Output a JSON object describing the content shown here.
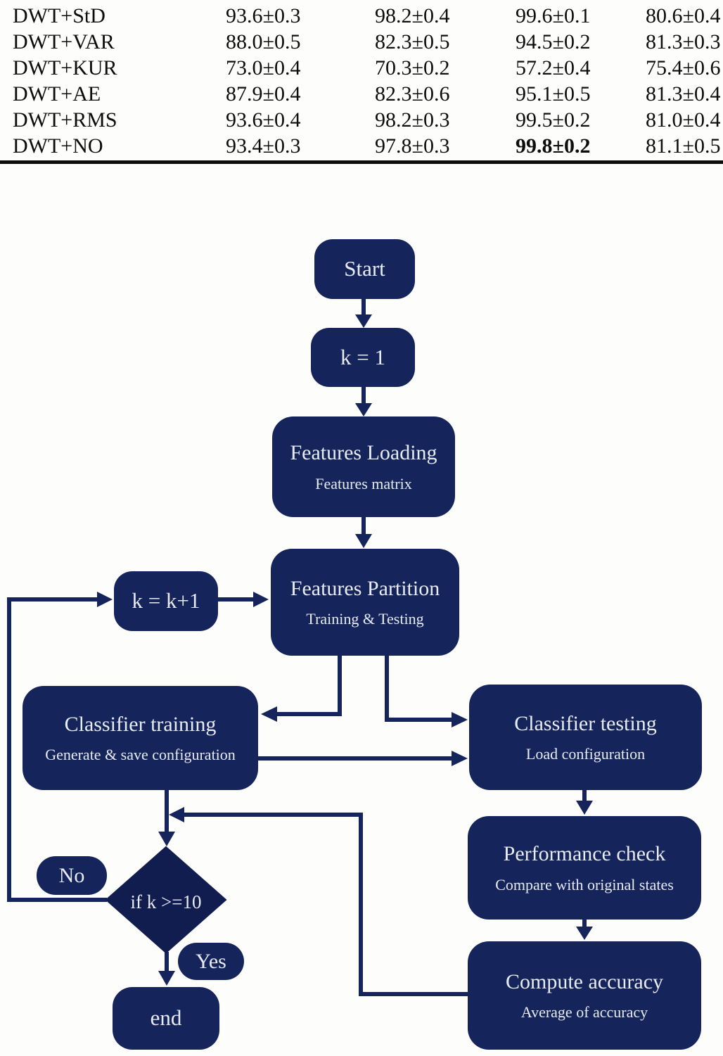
{
  "table": {
    "rows": [
      {
        "label": "DWT+StD",
        "values": [
          "93.6±0.3",
          "98.2±0.4",
          "99.6±0.1",
          "80.6±0.4"
        ]
      },
      {
        "label": "DWT+VAR",
        "values": [
          "88.0±0.5",
          "82.3±0.5",
          "94.5±0.2",
          "81.3±0.3"
        ]
      },
      {
        "label": "DWT+KUR",
        "values": [
          "73.0±0.4",
          "70.3±0.2",
          "57.2±0.4",
          "75.4±0.6"
        ]
      },
      {
        "label": "DWT+AE",
        "values": [
          "87.9±0.4",
          "82.3±0.6",
          "95.1±0.5",
          "81.3±0.4"
        ]
      },
      {
        "label": "DWT+RMS",
        "values": [
          "93.6±0.4",
          "98.2±0.3",
          "99.5±0.2",
          "81.0±0.4"
        ]
      },
      {
        "label": "DWT+NO",
        "values": [
          "93.4±0.3",
          "97.8±0.3",
          "99.8±0.2",
          "81.1±0.5"
        ]
      }
    ],
    "bold_cell_note": "row DWT+NO, third value column is bold"
  },
  "flowchart": {
    "nodes": {
      "start": {
        "label": "Start"
      },
      "k_init": {
        "label": "k = 1"
      },
      "features_loading": {
        "title": "Features Loading",
        "subtitle": "Features matrix"
      },
      "features_partition": {
        "title": "Features Partition",
        "subtitle": "Training & Testing"
      },
      "k_increment": {
        "label": "k = k+1"
      },
      "classifier_training": {
        "title": "Classifier training",
        "subtitle": "Generate & save configuration"
      },
      "classifier_testing": {
        "title": "Classifier testing",
        "subtitle": "Load configuration"
      },
      "performance_check": {
        "title": "Performance check",
        "subtitle": "Compare with original states"
      },
      "compute_accuracy": {
        "title": "Compute accuracy",
        "subtitle": "Average of accuracy"
      },
      "decision": {
        "label": "if k >=10"
      },
      "no_branch": {
        "label": "No"
      },
      "yes_branch": {
        "label": "Yes"
      },
      "end": {
        "label": "end"
      }
    },
    "colors": {
      "node_fill": "#15255c",
      "diamond_fill": "#101d4e",
      "line": "#15255c",
      "node_text": "#e8ebf2",
      "table_text": "#0d0d0d"
    }
  }
}
